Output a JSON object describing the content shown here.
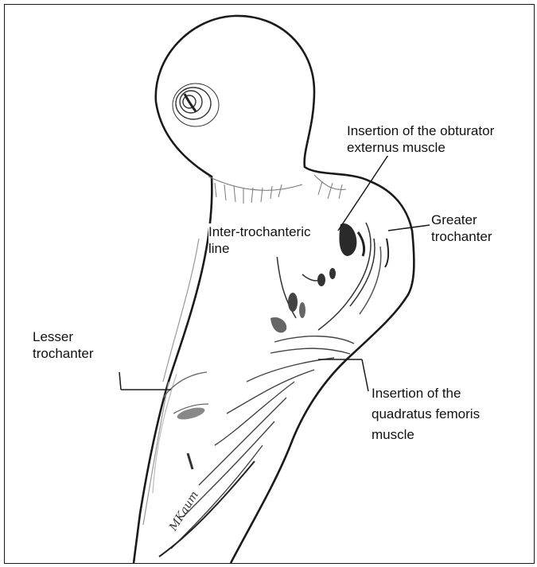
{
  "labels": {
    "obturator": {
      "line1": "Insertion of the obturator",
      "line2": "externus muscle"
    },
    "greater": {
      "line1": "Greater",
      "line2": "trochanter"
    },
    "intertroch": {
      "line1": "Inter-trochanteric",
      "line2": "line"
    },
    "lesser": {
      "line1": "Lesser",
      "line2": "trochanter"
    },
    "quadratus": {
      "line1": "Insertion of the",
      "line2": "quadratus femoris",
      "line3": "muscle"
    }
  },
  "signature": "MKaum",
  "colors": {
    "ink": "#1a1a1a",
    "shade": "#555555",
    "border": "#1a1a1a"
  }
}
